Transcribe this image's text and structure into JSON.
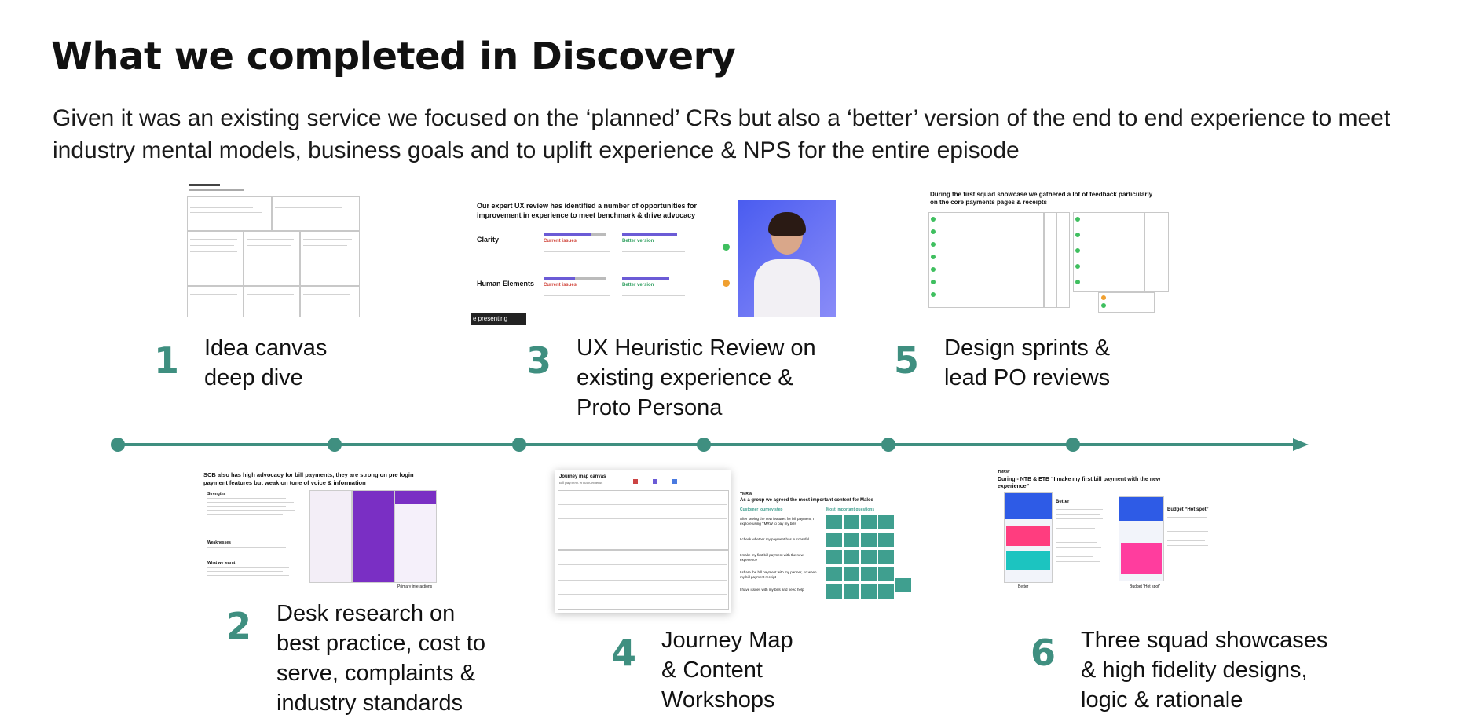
{
  "title": "What we completed in Discovery",
  "subtitle": "Given it was an existing service we focused on the ‘planned’ CRs but also a ‘better’ version of the end to end experience to meet industry mental models, business goals and to uplift experience & NPS for the entire episode",
  "accent": "#3f8f80",
  "steps": [
    {
      "number": "1",
      "label": "Idea canvas\ndeep dive"
    },
    {
      "number": "2",
      "label": "Desk research on\nbest practice, cost to\nserve, complaints &\nindustry standards"
    },
    {
      "number": "3",
      "label": "UX Heuristic Review on\nexisting experience &\nProto Persona"
    },
    {
      "number": "4",
      "label": "Journey Map\n& Content\nWorkshops"
    },
    {
      "number": "5",
      "label": "Design sprints &\nlead PO reviews"
    },
    {
      "number": "6",
      "label": "Three squad showcases\n& high fidelity designs,\nlogic & rationale"
    }
  ],
  "thumbs": {
    "ux_review": {
      "heading": "Our expert UX review has identified a number of opportunities for improvement in experience to meet benchmark & drive advocacy",
      "row1": "Clarity",
      "row2": "Human Elements",
      "current": "Current issues",
      "better": "Better version",
      "presenting": "e presenting"
    },
    "squad_feedback": {
      "heading": "During the first squad showcase we gathered a lot of feedback particularly on the core payments pages & receipts"
    },
    "desk_research": {
      "heading": "SCB also has high advocacy for bill payments, they are strong on pre login payment features but weak on tone of voice & information",
      "strengths": "Strengths",
      "weaknesses": "Weaknesses",
      "learn": "What we learnt",
      "primary": "Primary interactions"
    },
    "journey_map": {
      "heading": "Journey map canvas",
      "sub": "Bill payment enhancements"
    },
    "content": {
      "tag": "TMRW",
      "heading": "As a group we agreed the most important content for Malee",
      "left": "Customer journey step",
      "right": "Most important questions",
      "lines": [
        "After seeing the new features for bill payment, I explore using TMRW to pay my bills",
        "I check whether my payment has successful",
        "I make my first bill payment with the new experience",
        "I share the bill payment with my partner, so when my bill payment receipt",
        "I have issues with my bills and need help"
      ]
    },
    "showcase": {
      "tag": "TMRW",
      "heading": "During - NTB & ETB “I make my first bill payment with the new experience”",
      "better": "Better",
      "budget": "Budget “Hot spot”",
      "cap1": "Better",
      "cap2": "Budget “Hot spot”"
    }
  }
}
